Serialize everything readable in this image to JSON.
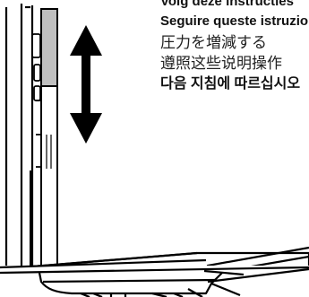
{
  "instructions": {
    "dutch": "Volg deze instructies",
    "italian": "Seguire queste istruzioni",
    "japanese": "圧力を増減する",
    "chinese": "遵照这些说明操作",
    "korean": "다음 지침에 따르십시오"
  },
  "illustration": {
    "subject": "height-adjustable desk leg with vertical adjustment arrow",
    "arrow_icon": "up-down-arrow-icon",
    "line_color": "#000000",
    "fill_color": "#ffffff",
    "column_shade": "#bfbfbf"
  }
}
